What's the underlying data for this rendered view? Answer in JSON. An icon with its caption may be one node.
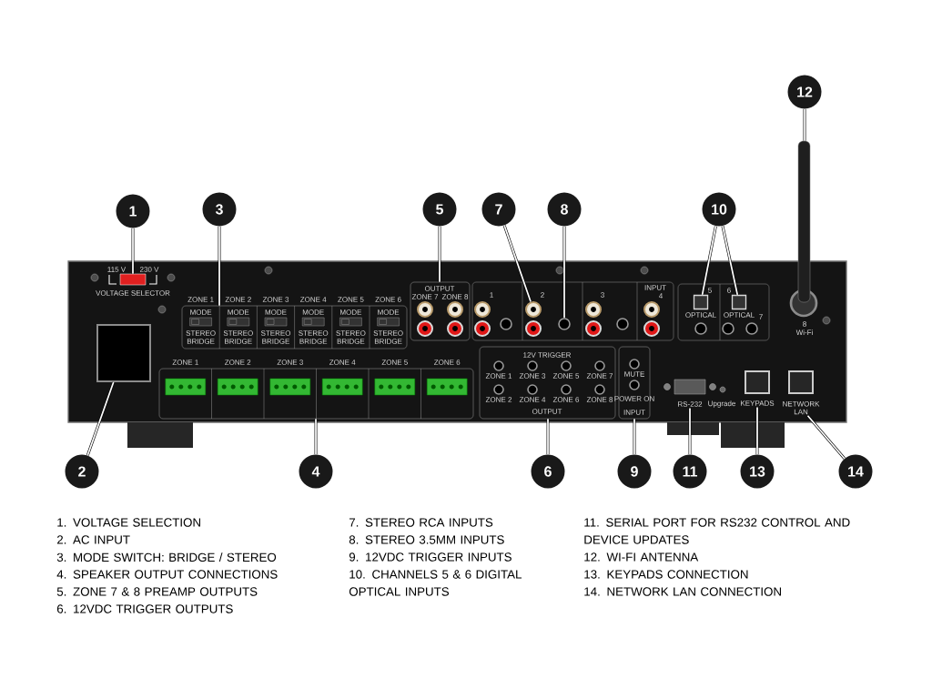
{
  "diagram": {
    "nodes": [
      {
        "text": [
          "1"
        ]
      },
      {
        "text": [
          "2"
        ]
      },
      {
        "text": [
          "3"
        ]
      },
      {
        "text": [
          "4"
        ]
      },
      {
        "text": [
          "5"
        ]
      },
      {
        "text": [
          "6"
        ]
      },
      {
        "text": [
          "7"
        ]
      },
      {
        "text": [
          "8"
        ]
      },
      {
        "text": [
          "9"
        ]
      },
      {
        "text": [
          "10"
        ]
      },
      {
        "text": [
          "11"
        ]
      },
      {
        "text": [
          "12"
        ]
      },
      {
        "text": [
          "13"
        ]
      },
      {
        "text": [
          "14"
        ]
      },
      {
        "text": [],
        "shape": "box"
      },
      {
        "text": [],
        "shape": "box"
      },
      {
        "text": [],
        "shape": "box"
      },
      {
        "text": [],
        "shape": "box"
      },
      {
        "text": [],
        "shape": "box"
      },
      {
        "text": [],
        "shape": "circle"
      },
      {
        "text": [],
        "shape": "circle"
      },
      {
        "text": [],
        "shape": "box"
      },
      {
        "text": [],
        "shape": "box"
      },
      {
        "text": [],
        "shape": "box"
      },
      {
        "text": [],
        "shape": "box"
      },
      {
        "text": [
          "RS-232"
        ]
      },
      {
        "text": [],
        "shape": "bar"
      },
      {
        "text": [
          "KEYPADS"
        ]
      },
      {
        "text": [
          "NETWORK LAN"
        ]
      },
      {
        "text": [],
        "shape": "circle"
      },
      {
        "text": [],
        "shape": "circle"
      },
      {
        "text": [],
        "shape": "circle"
      },
      {
        "text": [],
        "shape": "circle"
      },
      {
        "text": [],
        "shape": "circle"
      },
      {
        "text": [],
        "shape": "circle"
      },
      {
        "text": [],
        "shape": "circle"
      },
      {
        "text": [],
        "shape": "circle"
      }
    ],
    "edges": [
      {
        "from": 0,
        "to": 14,
        "arrow": "none"
      },
      {
        "from": 1,
        "to": 15,
        "arrow": "none"
      },
      {
        "from": 2,
        "to": 16,
        "arrow": "none"
      },
      {
        "from": 3,
        "to": 17,
        "arrow": "none"
      },
      {
        "from": 4,
        "to": 18,
        "arrow": "none"
      },
      {
        "from": 5,
        "to": 21,
        "arrow": "none"
      },
      {
        "from": 6,
        "to": 19,
        "arrow": "none"
      },
      {
        "from": 7,
        "to": 20,
        "arrow": "none"
      },
      {
        "from": 8,
        "to": 22,
        "arrow": "none"
      },
      {
        "from": 9,
        "to": 23,
        "arrow": "none"
      },
      {
        "from": 9,
        "to": 24,
        "arrow": "none"
      },
      {
        "from": 10,
        "to": 25,
        "arrow": "none"
      },
      {
        "from": 11,
        "to": 26,
        "arrow": "none"
      },
      {
        "from": 12,
        "to": 27,
        "arrow": "none"
      },
      {
        "from": 13,
        "to": 28,
        "arrow": "none"
      }
    ],
    "labels": [
      "115 V",
      "230 V",
      "VOLTAGE SELECTOR",
      "ZONE 1",
      "ZONE 2",
      "ZONE 3",
      "ZONE 4",
      "ZONE 5",
      "ZONE 6",
      "MODE",
      "STEREO",
      "BRIDGE",
      "MODE",
      "STEREO",
      "BRIDGE",
      "MODE",
      "STEREO",
      "BRIDGE",
      "MODE",
      "STEREO",
      "BRIDGE",
      "MODE",
      "STEREO",
      "BRIDGE",
      "MODE",
      "STEREO",
      "BRIDGE",
      "ZONE 1",
      "ZONE 2",
      "ZONE 3",
      "ZONE 4",
      "ZONE 5",
      "ZONE 6",
      "OUTPUT",
      "ZONE 7",
      "ZONE 8",
      "1",
      "2",
      "3",
      "INPUT",
      "4",
      "12V TRIGGER",
      "ZONE 1",
      "ZONE 3",
      "ZONE 5",
      "ZONE 7",
      "ZONE 2",
      "ZONE 4",
      "ZONE 6",
      "ZONE 8",
      "OUTPUT",
      "MUTE",
      "POWER ON",
      "INPUT",
      "5",
      "OPTICAL",
      "6",
      "OPTICAL",
      "7",
      "8",
      "Wi-Fi",
      "Upgrade",
      "1. VOLTAGE SELECTION",
      "2. AC INPUT",
      "3. MODE SWITCH: BRIDGE / STEREO",
      "4. SPEAKER OUTPUT CONNECTIONS",
      "5. ZONE 7 & 8 PREAMP OUTPUTS",
      "6. 12VDC TRIGGER OUTPUTS",
      "7. STEREO RCA INPUTS",
      "8. STEREO 3.5MM INPUTS",
      "9. 12VDC TRIGGER INPUTS",
      "10. CHANNELS 5 & 6 DIGITAL OPTICAL INPUTS",
      "11. SERIAL PORT FOR RS232 CONTROL AND DEVICE UPDATES",
      "12. WI-FI ANTENNA",
      "13. KEYPADS CONNECTION",
      "14. NETWORK LAN CONNECTION"
    ]
  }
}
